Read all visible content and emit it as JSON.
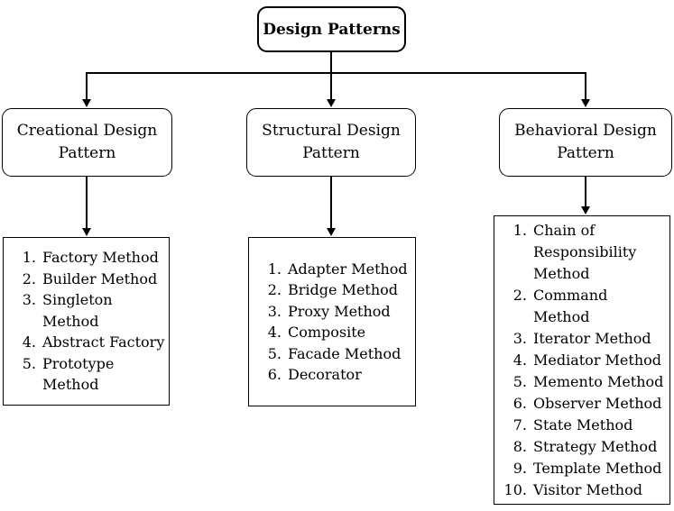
{
  "diagram": {
    "root": {
      "title": "Design Patterns"
    },
    "branches": [
      {
        "title": "Creational Design Pattern",
        "items": [
          {
            "num": "1.",
            "label": "Factory Method"
          },
          {
            "num": "2.",
            "label": "Builder Method"
          },
          {
            "num": "3.",
            "label": "Singleton Method"
          },
          {
            "num": "4.",
            "label": "Abstract Factory"
          },
          {
            "num": "5.",
            "label": "Prototype Method"
          }
        ]
      },
      {
        "title": "Structural Design Pattern",
        "items": [
          {
            "num": "1.",
            "label": "Adapter Method"
          },
          {
            "num": "2.",
            "label": "Bridge Method"
          },
          {
            "num": "3.",
            "label": "Proxy Method"
          },
          {
            "num": "4.",
            "label": "Composite"
          },
          {
            "num": "5.",
            "label": "Facade Method"
          },
          {
            "num": "6.",
            "label": "Decorator"
          }
        ]
      },
      {
        "title": "Behavioral Design Pattern",
        "items": [
          {
            "num": "1.",
            "label": "Chain of Responsibility Method"
          },
          {
            "num": "2.",
            "label": "Command Method"
          },
          {
            "num": "3.",
            "label": "Iterator Method"
          },
          {
            "num": "4.",
            "label": "Mediator Method"
          },
          {
            "num": "5.",
            "label": "Memento Method"
          },
          {
            "num": "6.",
            "label": "Observer Method"
          },
          {
            "num": "7.",
            "label": "State Method"
          },
          {
            "num": "8.",
            "label": "Strategy Method"
          },
          {
            "num": "9.",
            "label": "Template Method"
          },
          {
            "num": "10.",
            "label": "Visitor Method"
          }
        ]
      }
    ],
    "colors": {
      "line": "#000000",
      "text": "#000000",
      "background": "#ffffff"
    }
  }
}
